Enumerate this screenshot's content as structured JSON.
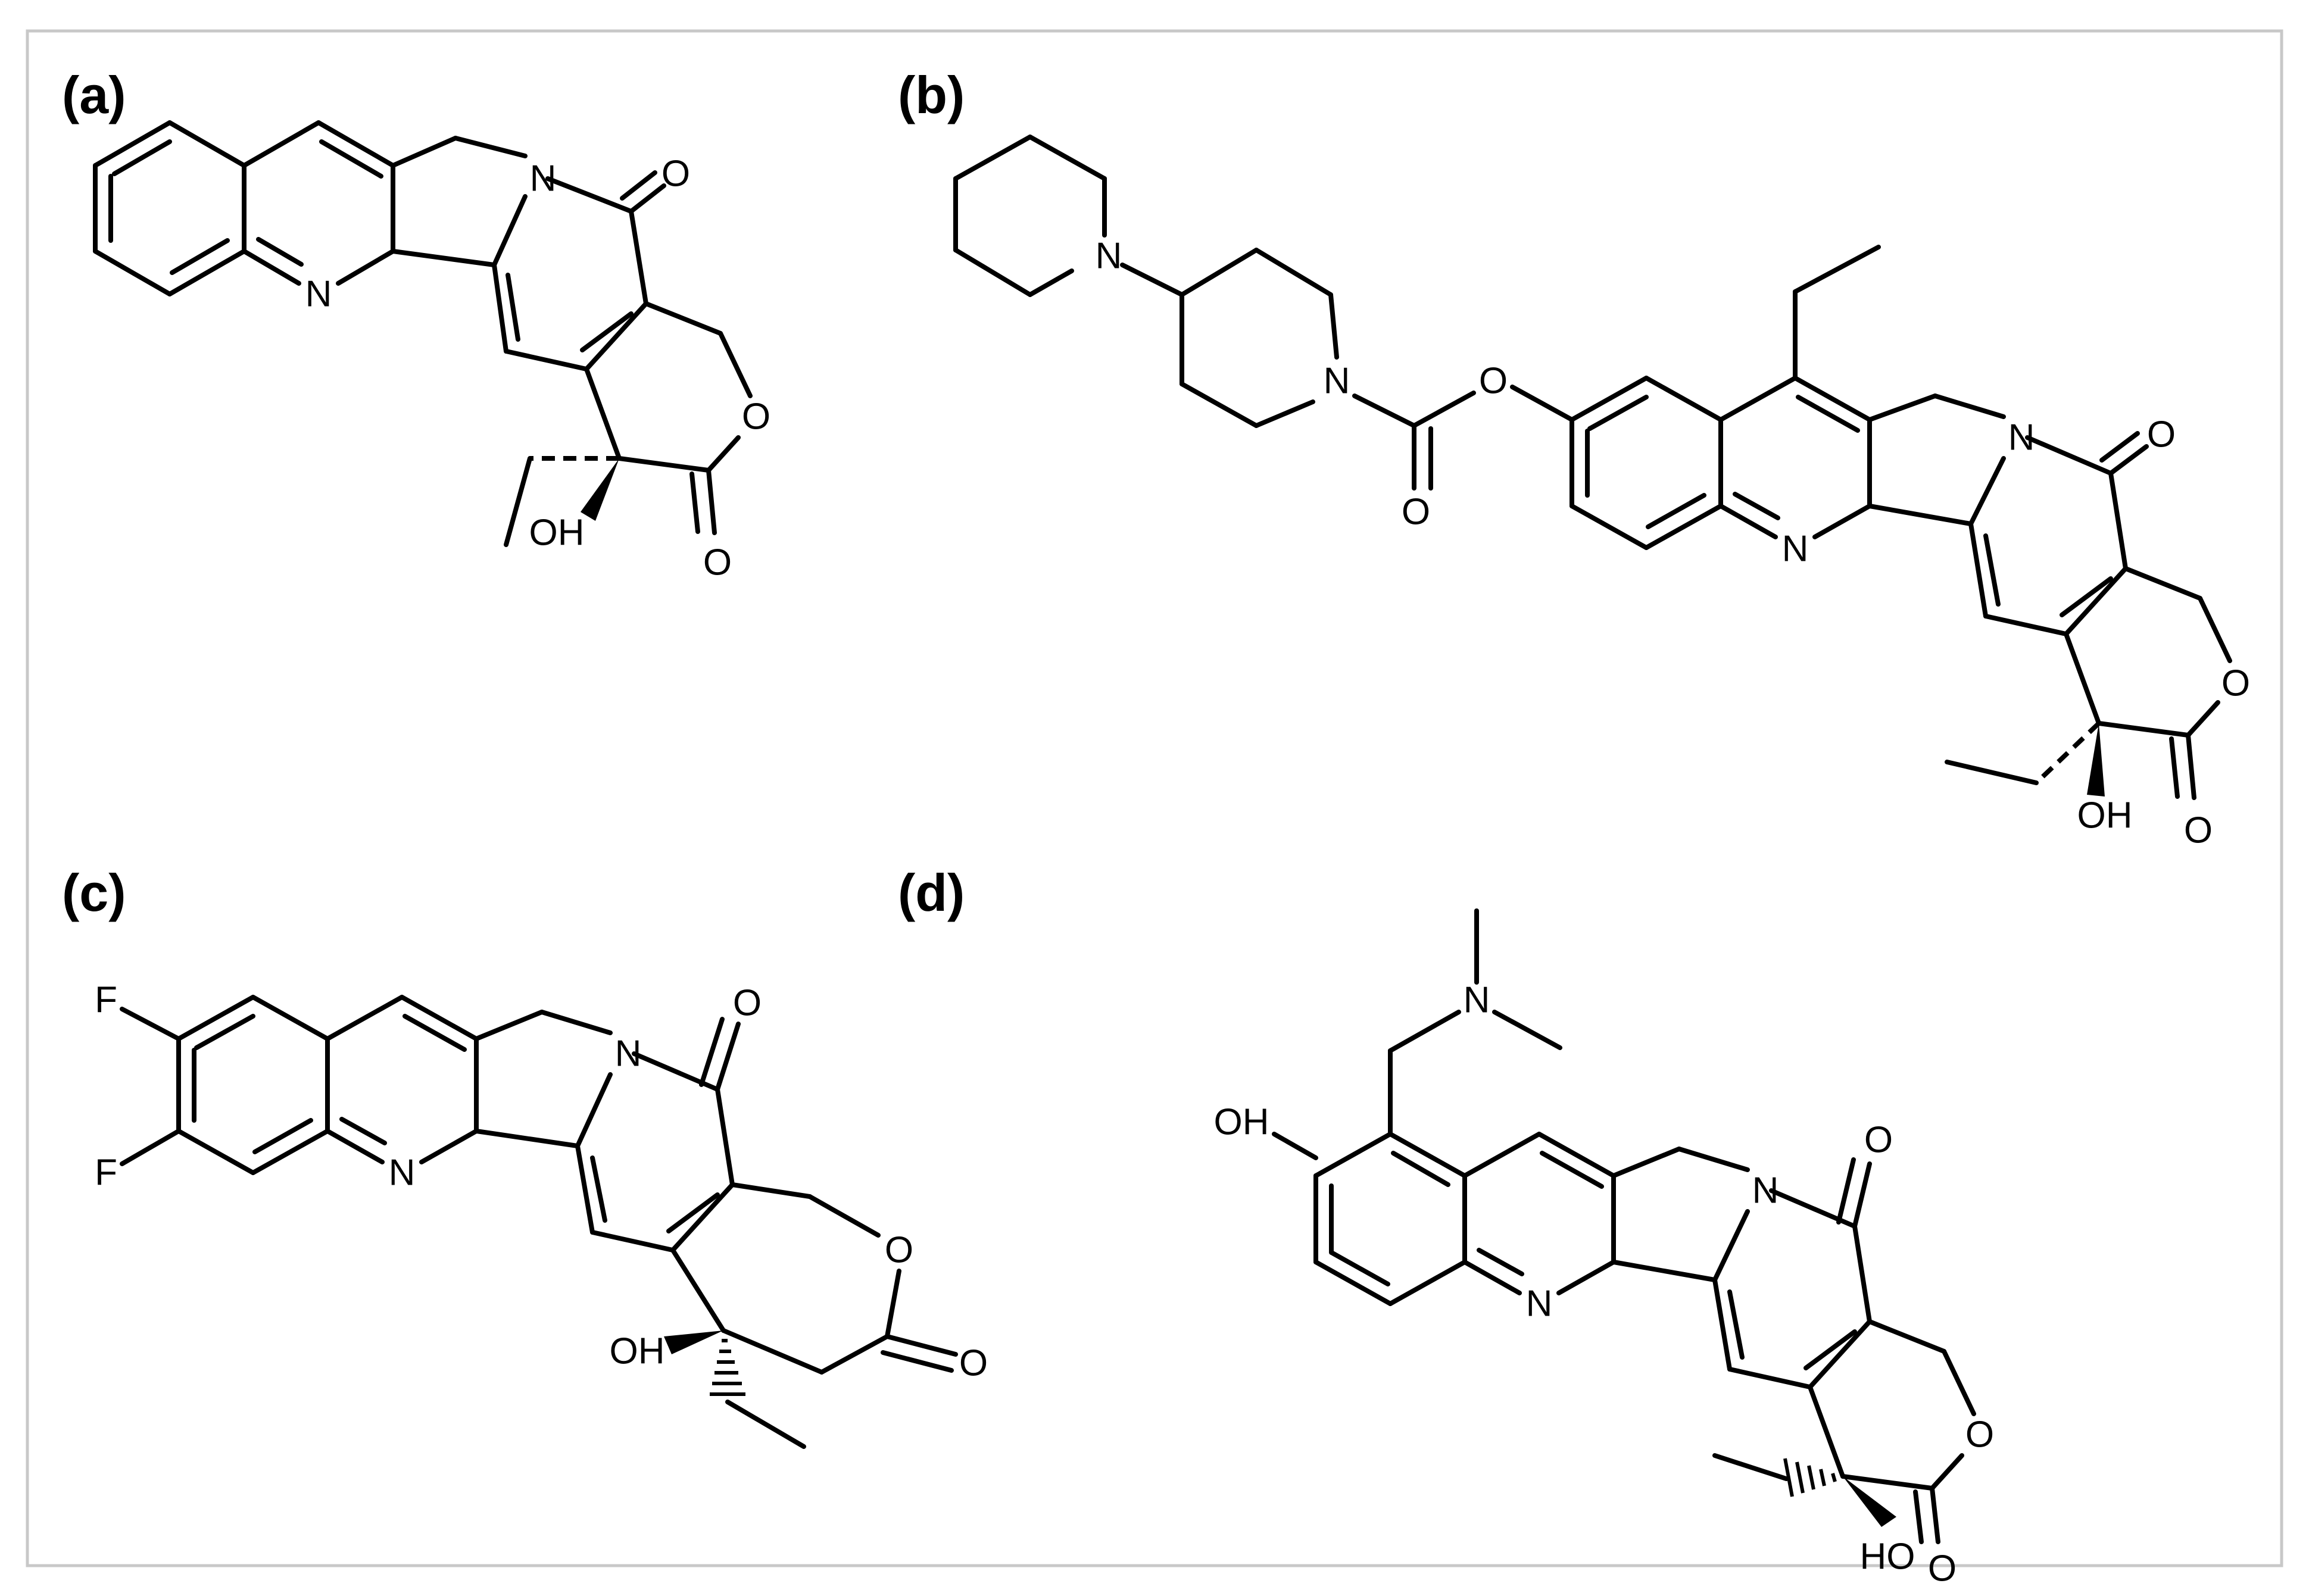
{
  "figure": {
    "panels": [
      {
        "label": "(a)",
        "atoms": {
          "n_pyridine": "N",
          "n_lactam": "N",
          "o_carbonyl": "O",
          "o_ring": "O",
          "o_lactone": "O",
          "oh": "OH"
        }
      },
      {
        "label": "(b)",
        "atoms": {
          "n_pip1": "N",
          "n_pip2": "N",
          "o_ester": "O",
          "o_carbamate": "O",
          "n_pyridine": "N",
          "n_lactam": "N",
          "o_carbonyl": "O",
          "o_ring": "O",
          "o_lactone": "O",
          "oh": "OH"
        }
      },
      {
        "label": "(c)",
        "atoms": {
          "f1": "F",
          "f2": "F",
          "n_pyridine": "N",
          "n_lactam": "N",
          "o_carbonyl": "O",
          "o_ring": "O",
          "o_lactone": "O",
          "oh": "OH"
        }
      },
      {
        "label": "(d)",
        "atoms": {
          "n_dimethyl": "N",
          "oh_phenol": "OH",
          "n_pyridine": "N",
          "n_lactam": "N",
          "o_carbonyl": "O",
          "o_ring": "O",
          "o_lactone": "O",
          "oh": "HO"
        }
      }
    ]
  },
  "colors": {
    "ink": "#000000",
    "frame": "#c8c8c8",
    "background": "#ffffff"
  }
}
